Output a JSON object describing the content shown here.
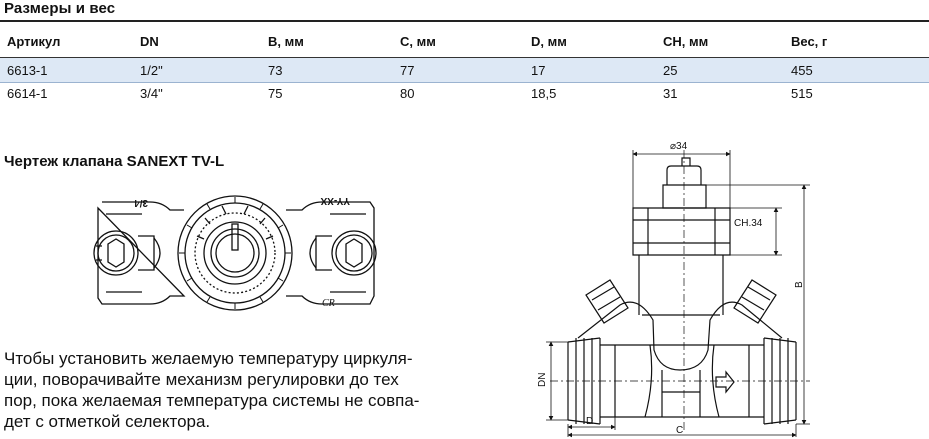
{
  "section_title": "Размеры и вес",
  "table": {
    "headers": [
      "Артикул",
      "DN",
      "B, мм",
      "C, мм",
      "D, мм",
      "CH, мм",
      "Вес, г"
    ],
    "rows": [
      [
        "6613-1",
        "1/2\"",
        "73",
        "77",
        "17",
        "25",
        "455"
      ],
      [
        "6614-1",
        "3/4\"",
        "75",
        "80",
        "18,5",
        "31",
        "515"
      ]
    ]
  },
  "drawing_title": "Чертеж клапана SANEXT TV-L",
  "valve_top_view": {
    "label_size": "3/4",
    "label_code": "YY-XX",
    "label_brand": "CR"
  },
  "instructions": [
    "Чтобы установить желаемую температуру циркуля-",
    "ции, поворачивайте механизм регулировки до тех",
    "пор, пока желаемая температура системы не совпа-",
    "дет с отметкой селектора."
  ],
  "dimension_drawing": {
    "labels": {
      "diameter": "⌀34",
      "ch": "CH.34",
      "b": "B",
      "dn": "DN",
      "d": "D",
      "c": "C"
    }
  }
}
